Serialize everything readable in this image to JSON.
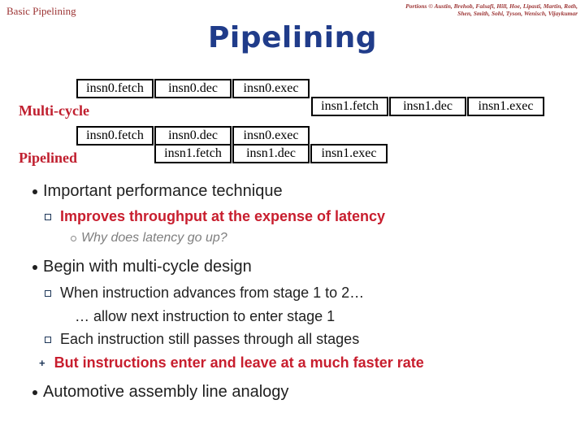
{
  "slide": {
    "header": "Basic Pipelining",
    "attribution_line1": "Portions © Austin, Brehob, Falsafi, Hill, Hoe,  Lipasti, Martin, Roth,",
    "attribution_line2": "Shen, Smith, Sohi, Tyson, Wenisch, Vijaykumar",
    "title": "Pipelining"
  },
  "diagram": {
    "multi_cycle": {
      "label": "Multi-cycle",
      "insn0": [
        "insn0.fetch",
        "insn0.dec",
        "insn0.exec"
      ],
      "insn1": [
        "insn1.fetch",
        "insn1.dec",
        "insn1.exec"
      ]
    },
    "pipelined": {
      "label": "Pipelined",
      "insn0": [
        "insn0.fetch",
        "insn0.dec",
        "insn0.exec"
      ],
      "insn1": [
        "insn1.fetch",
        "insn1.dec",
        "insn1.exec"
      ]
    }
  },
  "bullets": [
    {
      "level": 1,
      "marker": "dot",
      "text": "Important performance technique"
    },
    {
      "level": 2,
      "marker": "square",
      "text": "Improves throughput at the expense of latency",
      "emphasis": "red"
    },
    {
      "level": 3,
      "marker": "circle",
      "text": "Why does latency go up?",
      "style": "gray-italic"
    },
    {
      "level": 1,
      "marker": "dot",
      "text": "Begin with multi-cycle design"
    },
    {
      "level": 2,
      "marker": "square",
      "text": "When instruction advances from stage 1 to 2…"
    },
    {
      "level": 2,
      "marker": "none",
      "text": "… allow next instruction to enter stage 1"
    },
    {
      "level": 2,
      "marker": "square",
      "text": "Each instruction still passes through all stages"
    },
    {
      "level": 4,
      "marker": "plus",
      "text": "But instructions enter and leave at a much faster rate",
      "emphasis": "red"
    },
    {
      "level": 1,
      "marker": "dot",
      "text": "Automotive assembly line analogy"
    }
  ],
  "markers": {
    "plus": "+"
  },
  "colors": {
    "title_blue": "#203c8a",
    "header_dark_red": "#9c3434",
    "emphasis_red": "#c81e2e",
    "label_red": "#c01f2f",
    "body_black": "#1f1f1f",
    "note_gray": "#7f7f7f",
    "bullet_navy": "#1c3557",
    "box_border": "#000000",
    "background": "#ffffff"
  }
}
